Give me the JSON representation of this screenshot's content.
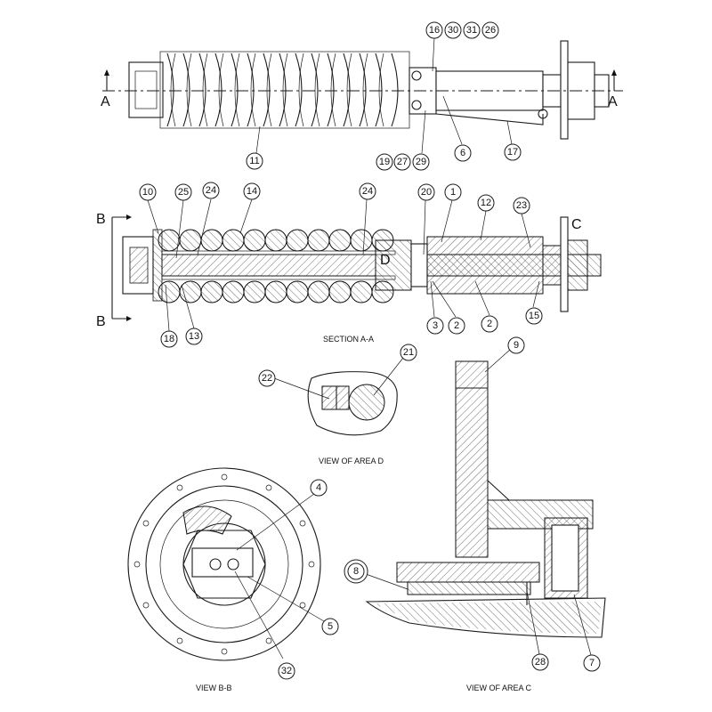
{
  "section_markers": {
    "a_left": "A",
    "a_right": "A",
    "b_top": "B",
    "b_bottom": "B",
    "c": "C",
    "d": "D"
  },
  "captions": {
    "section_aa": "SECTION A-A",
    "view_area_d": "VIEW OF AREA D",
    "view_bb": "VIEW B-B",
    "view_area_c": "VIEW OF AREA C"
  },
  "callouts": {
    "c16": "16",
    "c30": "30",
    "c31": "31",
    "c26": "26",
    "c11": "11",
    "c19": "19",
    "c27": "27",
    "c29": "29",
    "c6": "6",
    "c17": "17",
    "c10": "10",
    "c25": "25",
    "c24a": "24",
    "c14": "14",
    "c24b": "24",
    "c20": "20",
    "c1": "1",
    "c12": "12",
    "c23": "23",
    "c18": "18",
    "c13": "13",
    "c3": "3",
    "c2a": "2",
    "c2b": "2",
    "c15": "15",
    "c22": "22",
    "c21": "21",
    "c9": "9",
    "c4": "4",
    "c5": "5",
    "c32": "32",
    "c8": "8",
    "c28": "28",
    "c7": "7"
  },
  "highlight_color": "#f7ef3a"
}
